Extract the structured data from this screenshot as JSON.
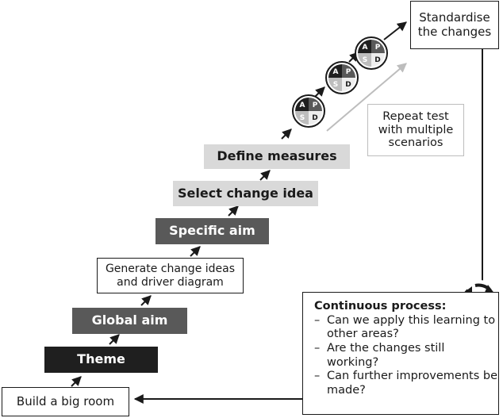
{
  "steps": {
    "build_room": "Build a big room",
    "theme": "Theme",
    "global_aim": "Global aim",
    "generate_ideas": "Generate change ideas and driver diagram",
    "specific_aim": "Specific aim",
    "select_idea": "Select change idea",
    "define_measures": "Define measures",
    "standardise": "Standardise the changes"
  },
  "repeat_note": "Repeat test with multiple scenarios",
  "pdsa_letters": {
    "plan": "P",
    "act": "A",
    "study": "S",
    "do": "D"
  },
  "process": {
    "title": "Continuous process:",
    "bullet_dash": "–",
    "items": [
      "Can we apply this learning to other areas?",
      "Are the changes still working?",
      "Can further improvements be made?"
    ]
  },
  "colors": {
    "dark": "#1f1f1f",
    "mid": "#595959",
    "light": "#d9d9d9",
    "line": "#1a1a1a",
    "faint": "#bdbdbd"
  }
}
